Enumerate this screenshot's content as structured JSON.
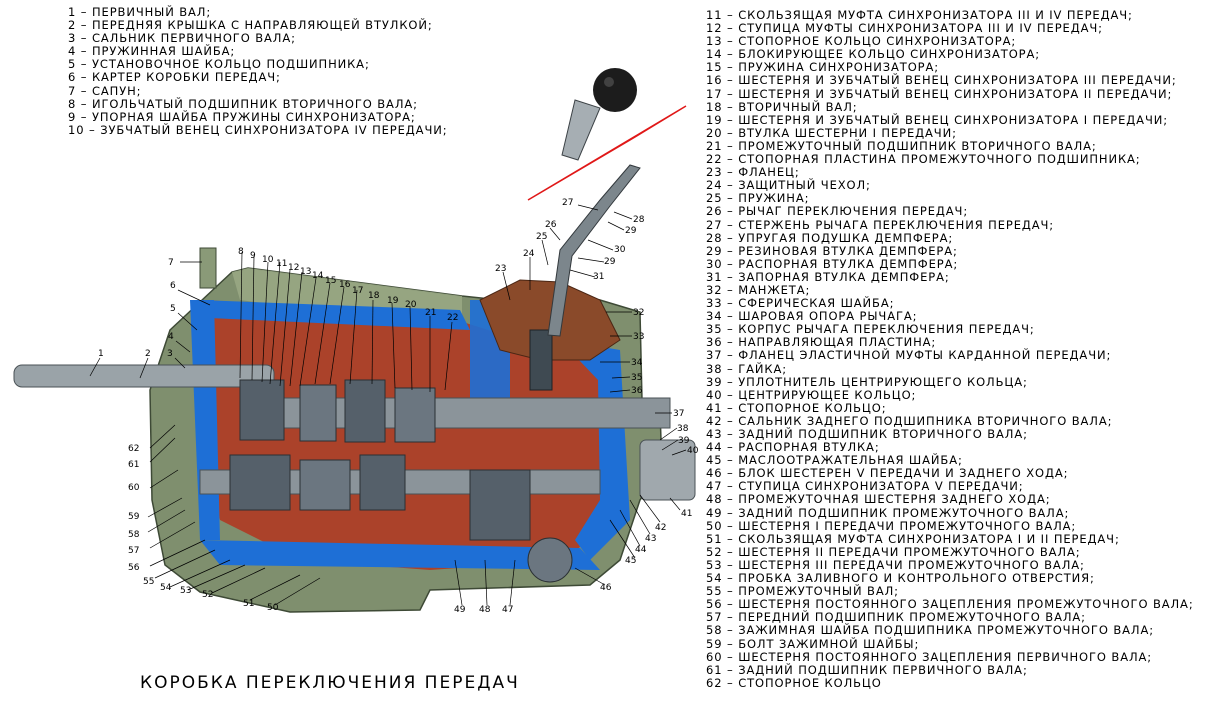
{
  "caption": "КОРОБКА ПЕРЕКЛЮЧЕНИЯ ПЕРЕДАЧ",
  "legend_left": [
    "1 – ПЕРВИЧНЫЙ ВАЛ;",
    "2 – ПЕРЕДНЯЯ КРЫШКА С НАПРАВЛЯЮЩЕЙ ВТУЛКОЙ;",
    "3 – САЛЬНИК ПЕРВИЧНОГО ВАЛА;",
    "4 – ПРУЖИННАЯ ШАЙБА;",
    "5 – УСТАНОВОЧНОЕ КОЛЬЦО ПОДШИПНИКА;",
    "6 – КАРТЕР КОРОБКИ ПЕРЕДАЧ;",
    "7 – САПУН;",
    "8 – ИГОЛЬЧАТЫЙ ПОДШИПНИК ВТОРИЧНОГО ВАЛА;",
    "9 – УПОРНАЯ ШАЙБА ПРУЖИНЫ СИНХРОНИЗАТОРА;",
    "10 – ЗУБЧАТЫЙ ВЕНЕЦ СИНХРОНИЗАТОРА IV ПЕРЕДАЧИ;"
  ],
  "legend_right": [
    "11 – СКОЛЬЗЯЩАЯ МУФТА СИНХРОНИЗАТОРА III И IV ПЕРЕДАЧ;",
    "12 – СТУПИЦА МУФТЫ СИНХРОНИЗАТОРА III И IV ПЕРЕДАЧ;",
    "13 – СТОПОРНОЕ КОЛЬЦО СИНХРОНИЗАТОРА;",
    "14 – БЛОКИРУЮЩЕЕ КОЛЬЦО СИНХРОНИЗАТОРА;",
    "15 – ПРУЖИНА СИНХРОНИЗАТОРА;",
    "16 – ШЕСТЕРНЯ И ЗУБЧАТЫЙ ВЕНЕЦ СИНХРОНИЗАТОРА III ПЕРЕДАЧИ;",
    "17 – ШЕСТЕРНЯ И ЗУБЧАТЫЙ ВЕНЕЦ СИНХРОНИЗАТОРА II ПЕРЕДАЧИ;",
    "18 – ВТОРИЧНЫЙ ВАЛ;",
    "19 – ШЕСТЕРНЯ И ЗУБЧАТЫЙ ВЕНЕЦ СИНХРОНИЗАТОРА I ПЕРЕДАЧИ;",
    "20 – ВТУЛКА ШЕСТЕРНИ I ПЕРЕДАЧИ;",
    "21 – ПРОМЕЖУТОЧНЫЙ ПОДШИПНИК ВТОРИЧНОГО ВАЛА;",
    "22 – СТОПОРНАЯ ПЛАСТИНА ПРОМЕЖУТОЧНОГО ПОДШИПНИКА;",
    "23 – ФЛАНЕЦ;",
    "24 – ЗАЩИТНЫЙ ЧЕХОЛ;",
    "25 – ПРУЖИНА;",
    "26 – РЫЧАГ ПЕРЕКЛЮЧЕНИЯ ПЕРЕДАЧ;",
    "27 – СТЕРЖЕНЬ РЫЧАГА ПЕРЕКЛЮЧЕНИЯ ПЕРЕДАЧ;",
    "28 – УПРУГАЯ ПОДУШКА ДЕМПФЕРА;",
    "29 – РЕЗИНОВАЯ ВТУЛКА ДЕМПФЕРА;",
    "30 – РАСПОРНАЯ ВТУЛКА ДЕМПФЕРА;",
    "31 – ЗАПОРНАЯ ВТУЛКА ДЕМПФЕРА;",
    "32 – МАНЖЕТА;",
    "33 – СФЕРИЧЕСКАЯ ШАЙБА;",
    "34 – ШАРОВАЯ ОПОРА РЫЧАГА;",
    "35 – КОРПУС РЫЧАГА ПЕРЕКЛЮЧЕНИЯ ПЕРЕДАЧ;",
    "36 – НАПРАВЛЯЮЩАЯ ПЛАСТИНА;",
    "37 – ФЛАНЕЦ ЭЛАСТИЧНОЙ МУФТЫ КАРДАННОЙ ПЕРЕДАЧИ;",
    "38 – ГАЙКА;",
    "39 – УПЛОТНИТЕЛЬ ЦЕНТРИРУЮЩЕГО КОЛЬЦА;",
    "40 – ЦЕНТРИРУЮЩЕЕ КОЛЬЦО;",
    "41 – СТОПОРНОЕ КОЛЬЦО;",
    "42 – САЛЬНИК ЗАДНЕГО ПОДШИПНИКА ВТОРИЧНОГО ВАЛА;",
    "43 – ЗАДНИЙ ПОДШИПНИК ВТОРИЧНОГО ВАЛА;",
    "44 – РАСПОРНАЯ ВТУЛКА;",
    "45 – МАСЛООТРАЖАТЕЛЬНАЯ ШАЙБА;",
    "46 – БЛОК ШЕСТЕРЕН V ПЕРЕДАЧИ И ЗАДНЕГО ХОДА;",
    "47 – СТУПИЦА СИНХРОНИЗАТОРА V ПЕРЕДАЧИ;",
    "48 – ПРОМЕЖУТОЧНАЯ ШЕСТЕРНЯ ЗАДНЕГО ХОДА;",
    "49 – ЗАДНИЙ ПОДШИПНИК ПРОМЕЖУТОЧНОГО ВАЛА;",
    "50 – ШЕСТЕРНЯ I ПЕРЕДАЧИ ПРОМЕЖУТОЧНОГО ВАЛА;",
    "51 – СКОЛЬЗЯЩАЯ МУФТА СИНХРОНИЗАТОРА I И II ПЕРЕДАЧ;",
    "52 – ШЕСТЕРНЯ II ПЕРЕДАЧИ ПРОМЕЖУТОЧНОГО ВАЛА;",
    "53 – ШЕСТЕРНЯ III ПЕРЕДАЧИ ПРОМЕЖУТОЧНОГО ВАЛА;",
    "54 – ПРОБКА ЗАЛИВНОГО И КОНТРОЛЬНОГО ОТВЕРСТИЯ;",
    "55 – ПРОМЕЖУТОЧНЫЙ ВАЛ;",
    "56 – ШЕСТЕРНЯ ПОСТОЯННОГО ЗАЦЕПЛЕНИЯ ПРОМЕЖУТОЧНОГО ВАЛА;",
    "57 – ПЕРЕДНИЙ ПОДШИПНИК ПРОМЕЖУТОЧНОГО ВАЛА;",
    "58 – ЗАЖИМНАЯ ШАЙБА ПОДШИПНИКА ПРОМЕЖУТОЧНОГО ВАЛА;",
    "59 – БОЛТ ЗАЖИМНОЙ ШАЙБЫ;",
    "60 – ШЕСТЕРНЯ ПОСТОЯННОГО ЗАЦЕПЛЕНИЯ ПЕРВИЧНОГО ВАЛА;",
    "61 – ЗАДНИЙ ПОДШИПНИК ПЕРВИЧНОГО ВАЛА;",
    "62 – СТОПОРНОЕ КОЛЬЦО"
  ],
  "callouts": {
    "n1": "1",
    "n2": "2",
    "n3": "3",
    "n4": "4",
    "n5": "5",
    "n6": "6",
    "n7": "7",
    "n8": "8",
    "n9": "9",
    "n10": "10",
    "n11": "11",
    "n12": "12",
    "n13": "13",
    "n14": "14",
    "n15": "15",
    "n16": "16",
    "n17": "17",
    "n18": "18",
    "n19": "19",
    "n20": "20",
    "n21": "21",
    "n22": "22",
    "n23": "23",
    "n24": "24",
    "n25": "25",
    "n26": "26",
    "n27": "27",
    "n28": "28",
    "n29a": "29",
    "n29b": "29",
    "n30": "30",
    "n31": "31",
    "n32": "32",
    "n33": "33",
    "n34": "34",
    "n35": "35",
    "n36": "36",
    "n37": "37",
    "n38": "38",
    "n39": "39",
    "n40": "40",
    "n41": "41",
    "n42": "42",
    "n43": "43",
    "n44": "44",
    "n45": "45",
    "n46": "46",
    "n47": "47",
    "n48": "48",
    "n49": "49",
    "n50": "50",
    "n51": "51",
    "n52": "52",
    "n53": "53",
    "n54": "54",
    "n55": "55",
    "n56": "56",
    "n57": "57",
    "n58": "58",
    "n59": "59",
    "n60": "60",
    "n61": "61",
    "n62": "62"
  },
  "colors": {
    "housing": "#7f8f6e",
    "cutaway_blue": "#1e6fd6",
    "interior_red": "#b03a22",
    "boot": "#8a4a2a",
    "shaft_steel": "#9aa3a8",
    "gear_dark": "#55606a",
    "knob": "#1c1c1c",
    "accent_red": "#e01818"
  }
}
